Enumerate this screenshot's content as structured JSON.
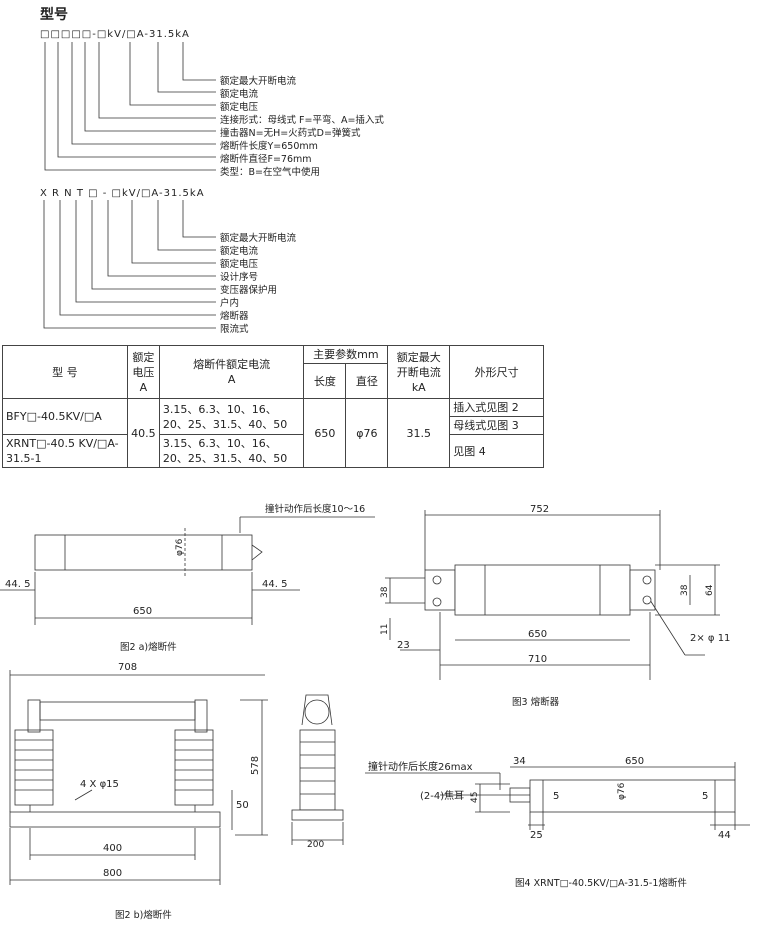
{
  "header": {
    "title": "型号"
  },
  "model1": {
    "code_prefix": "□□□□□-",
    "code_suffix": "□kV/□A-31.5kA",
    "legend": [
      "额定最大开断电流",
      "额定电流",
      "额定电压",
      "连接形式：母线式 F=平弯、A=插入式",
      "撞击器N=无H=火药式D=弹簧式",
      "熔断件长度Y=650mm",
      "熔断件直径F=76mm",
      "类型：B=在空气中使用"
    ]
  },
  "model2": {
    "code_prefix": "X R N T □ -",
    "code_suffix": "□kV/□A-31.5kA",
    "legend": [
      "额定最大开断电流",
      "额定电流",
      "额定电压",
      "设计序号",
      "变压器保护用",
      "户内",
      "熔断器",
      "限流式"
    ]
  },
  "table": {
    "headers": {
      "model": "型 号",
      "voltage": "额定电压A",
      "current": "熔断件额定电流",
      "current_unit": "A",
      "main_params": "主要参数mm",
      "length": "长度",
      "diameter": "直径",
      "breaking": "额定最大开断电流",
      "breaking_unit": "kA",
      "dims": "外形尺寸"
    },
    "rows": [
      {
        "model": "BFY□-40.5KV/□A",
        "currents": "3.15、6.3、10、16、20、25、31.5、40、50",
        "dims_a": "插入式见图 2",
        "dims_b": "母线式见图 3"
      },
      {
        "model": "XRNT□-40.5 KV/□A-31.5-1",
        "currents": "3.15、6.3、10、16、20、25、31.5、40、50",
        "dims_a": "见图 4"
      }
    ],
    "voltage_value": "40.5",
    "length_value": "650",
    "diameter_value": "φ76",
    "breaking_value": "31.5"
  },
  "fig2a": {
    "caption": "图2 a)熔断件",
    "striker_note": "撞针动作后长度10～16",
    "dia": "φ76",
    "left_end": "44. 5",
    "right_end": "44. 5",
    "length": "650"
  },
  "fig3": {
    "caption": "图3 熔断器",
    "overall": "752",
    "d38_left": "38",
    "d11": "11",
    "d23": "23",
    "d650": "650",
    "d710": "710",
    "d38_right": "38",
    "d64": "64",
    "holes": "2× φ 11"
  },
  "fig2b": {
    "caption": "图2 b)熔断件",
    "width_top": "708",
    "height": "578",
    "d50": "50",
    "holes": "4 X φ15",
    "d400": "400",
    "d800": "800",
    "d200": "200"
  },
  "fig4": {
    "caption": "图4 XRNT□-40.5KV/□A-31.5-1熔断件",
    "striker_note": "撞针动作后长度26max",
    "lug": "(2-4)焦耳",
    "d34": "34",
    "d650": "650",
    "d45": "45",
    "d5a": "5",
    "dia": "φ76",
    "d5b": "5",
    "d25": "25",
    "d44": "44"
  }
}
